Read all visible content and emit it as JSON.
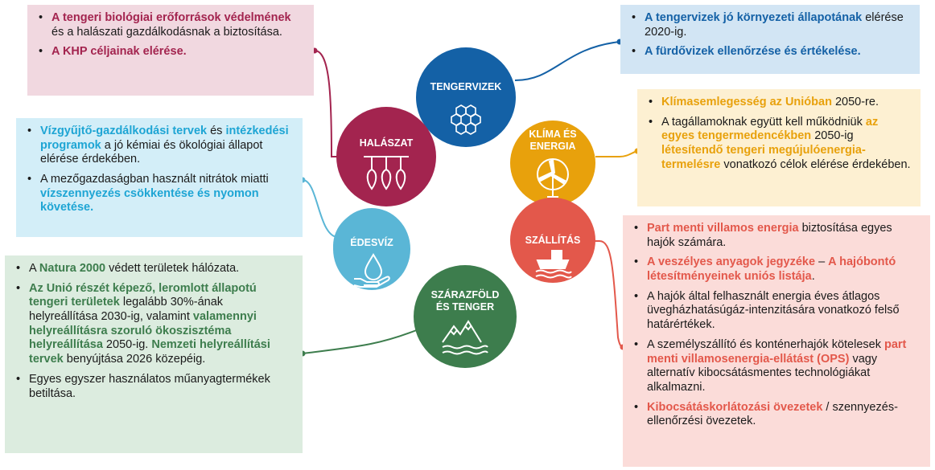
{
  "colors": {
    "halaszat": "#a3244f",
    "tengervizek": "#1461a6",
    "klima": "#e8a10c",
    "szallitas": "#e3584b",
    "szarazfold": "#3d7d4d",
    "edesviz": "#5ab6d6",
    "box_halaszat": "#f1d8e0",
    "box_tengervizek": "#d2e5f4",
    "box_klima": "#fdf0d2",
    "box_szallitas": "#fbdcd9",
    "box_szarazfold": "#dcecdf",
    "box_edesviz": "#d3eef8",
    "text_halaszat": "#a3244f",
    "text_tengervizek": "#1461a6",
    "text_klima": "#e8a10c",
    "text_szallitas": "#e3584b",
    "text_szarazfold": "#3d7d4d",
    "text_edesviz": "#1ea5d4"
  },
  "circles": {
    "tengervizek": {
      "label": "TENGERVIZEK",
      "icon": "hexagon-cluster-icon"
    },
    "halaszat": {
      "label": "HALÁSZAT",
      "icon": "fish-hooks-icon"
    },
    "klima": {
      "label1": "KLÍMA ÉS",
      "label2": "ENERGIA",
      "icon": "wind-turbine-icon"
    },
    "szallitas": {
      "label": "SZÁLLÍTÁS",
      "icon": "ship-icon"
    },
    "edesviz": {
      "label": "ÉDESVÍZ",
      "icon": "water-drop-hand-icon"
    },
    "szarazfold": {
      "label1": "SZÁRAZFÖLD",
      "label2": "ÉS TENGER",
      "icon": "mountains-waves-icon"
    }
  },
  "halaszat_box": {
    "i1_b": "A tengeri biológiai erőforrások védelmének",
    "i1_t": " és a halászati gazdálkodásnak a biztosítása.",
    "i2_b": "A KHP céljainak elérése."
  },
  "tengervizek_box": {
    "i1_b": "A tengervizek jó környezeti állapotának",
    "i1_t": " elérése 2020-ig.",
    "i2_b": "A fürdővizek ellenőrzése és értékelése."
  },
  "klima_box": {
    "i1_b": "Klímasemlegesség az Unióban",
    "i1_t": " 2050-re.",
    "i2_t1": "A tagállamoknak együtt kell működniük ",
    "i2_b1": "az egyes tengermedencékben",
    "i2_t2": " 2050-ig ",
    "i2_b2": "létesítendő tengeri megújulóenergia-termelésre",
    "i2_t3": " vonatkozó célok elérése érdekében."
  },
  "edesviz_box": {
    "i1_b1": "Vízgyűjtő-gazdálkodási tervek",
    "i1_t1": " és ",
    "i1_b2": "intézkedési programok",
    "i1_t2": " a jó kémiai és ökológiai állapot elérése érdekében.",
    "i2_t": "A mezőgazdaságban használt nitrátok miatti ",
    "i2_b": "vízszennyezés csökkentése és nyomon követése."
  },
  "szarazfold_box": {
    "i1_t1": "A ",
    "i1_b": "Natura 2000",
    "i1_t2": " védett területek hálózata.",
    "i2_b1": "Az Unió részét képező, leromlott állapotú tengeri területek",
    "i2_t1": " legalább 30%-ának helyreállítása 2030-ig, valamint ",
    "i2_b2": "valamennyi helyreállításra szoruló ökoszisztéma helyreállítása",
    "i2_t2": " 2050-ig. ",
    "i2_b3": "Nemzeti helyreállítási tervek",
    "i2_t3": " benyújtása 2026 közepéig.",
    "i3_t": "Egyes egyszer használatos műanyagtermékek betiltása."
  },
  "szallitas_box": {
    "i1_b": "Part menti villamos energia",
    "i1_t": " biztosítása egyes hajók számára.",
    "i2_b1": "A veszélyes anyagok jegyzéke",
    "i2_t1": " – ",
    "i2_b2": "A hajóbontó létesítményeinek uniós listája",
    "i2_t2": ".",
    "i3_t": "A hajók által felhasznált energia éves átlagos üvegházhatásúgáz-intenzitására vonatkozó felső határértékek.",
    "i4_t": "A személyszállító és konténerhajók kötelesek ",
    "i4_b": "part menti villamosenergia-ellátást (OPS)",
    "i4_t2": " vagy alternatív kibocsátásmentes technológiákat alkalmazni.",
    "i5_b": "Kibocsátáskorlátozási övezetek",
    "i5_t": " / szennyezés-ellenőrzési övezetek."
  }
}
